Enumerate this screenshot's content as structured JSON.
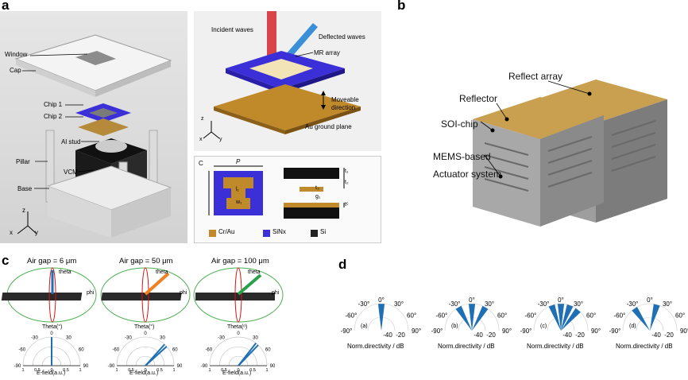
{
  "panels": {
    "a": {
      "letter": "a",
      "left_labels": [
        "Window",
        "Cap",
        "Chip 1",
        "Chip 2",
        "Al stud",
        "Pillar",
        "VCM",
        "Base"
      ],
      "axes": {
        "z": "z",
        "x": "x",
        "y": "y"
      },
      "top_right": {
        "incident": "Incident waves",
        "deflected": "Deflected waves",
        "mr_array": "MR array",
        "moveable": "Moveable",
        "direction": "direction",
        "au_ground": "Au ground plane"
      },
      "unit_cell": {
        "c": "C",
        "p": "P",
        "l1": "l₁",
        "w1": "w₁",
        "t1": "t₁",
        "t2": "t₂",
        "t3": "t₃",
        "g1": "g₁",
        "tc": "tᶜ"
      },
      "legend": [
        {
          "label": "Cr/Au",
          "color": "#c08a2a"
        },
        {
          "label": "SiNx",
          "color": "#3b2fd8"
        },
        {
          "label": "Si",
          "color": "#222222"
        }
      ]
    },
    "b": {
      "letter": "b",
      "labels": [
        "Reflect array",
        "Reflector",
        "SOI-chip",
        "MEMS-based",
        "Actuator system"
      ]
    },
    "c": {
      "letter": "c",
      "titles": [
        "Air gap = 6 μm",
        "Air gap = 50 μm",
        "Air gap = 100 μm"
      ],
      "theta_label": "theta",
      "phi_label": "phi",
      "polar_title": "Theta(°)",
      "polar_title_alt": "Theta(ᵒ)",
      "xlabel": "E-field(a.u.)",
      "ticks_angle": [
        "-90",
        "-60",
        "-30",
        "0",
        "30",
        "60",
        "90"
      ],
      "ticks_radial": [
        "1",
        "0.5",
        "0",
        "0.5",
        "1"
      ]
    },
    "d": {
      "letter": "d",
      "angles": [
        "-90°",
        "-60°",
        "-30°",
        "0°",
        "30°",
        "60°",
        "90°"
      ],
      "radial": [
        "-40",
        "-20"
      ],
      "sublabels": [
        "(a)",
        "(b)",
        "(c)",
        "(d)"
      ],
      "xlabel": "Norm.directivity / dB"
    }
  },
  "colors": {
    "sinx": "#3b2fd8",
    "gold": "#c08a2a",
    "si": "#222222",
    "beam": "#1f6fb5"
  }
}
